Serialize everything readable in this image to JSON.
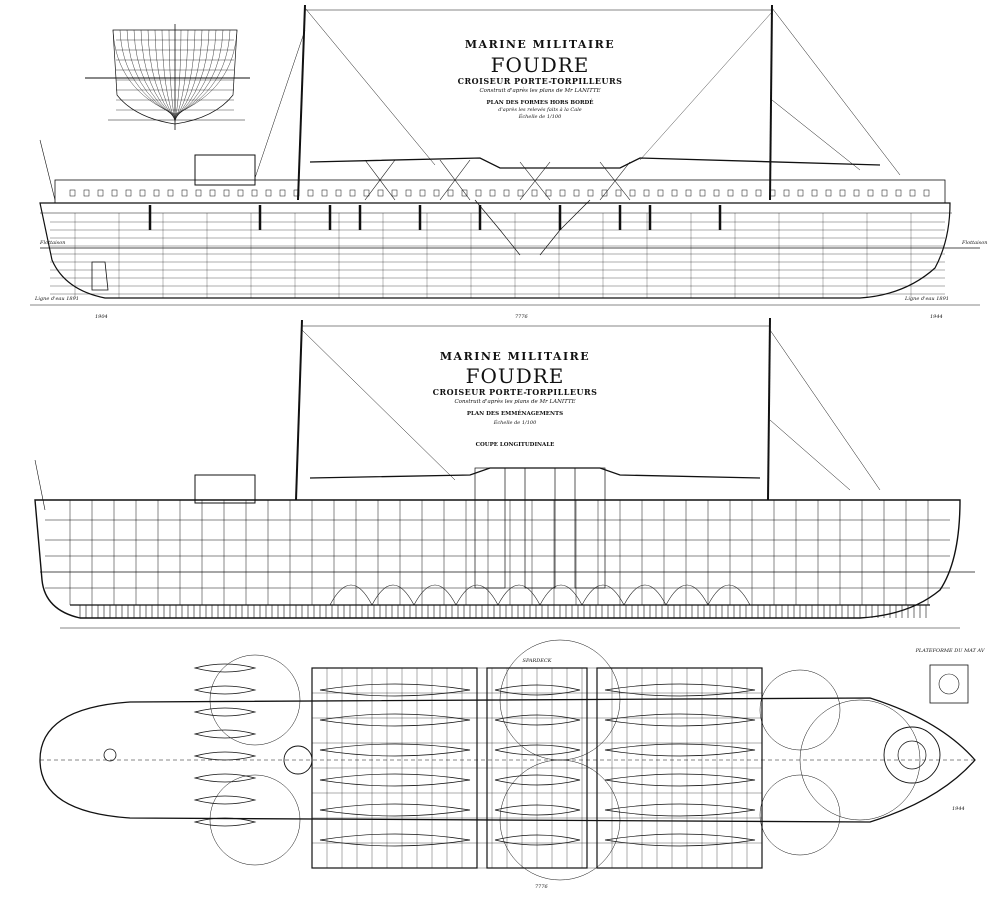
{
  "sheet1": {
    "marine": "MARINE MILITAIRE",
    "ship": "FOUDRE",
    "type": "CROISEUR PORTE-TORPILLEURS",
    "builder": "Construit d'après les plans de Mr LANITTE",
    "plan": "PLAN DES FORMES HORS BORDÉ",
    "plan_sub": "d'après les relevés faits à la Cale",
    "scale": "Échelle de 1/100",
    "waterline_left": "Flottaison",
    "waterline_right": "Flottaison",
    "baseline_left": "Ligne d'eau 1891",
    "baseline_right": "Ligne d'eau 1891",
    "frame_marks": [
      "1904",
      "7776",
      "1944"
    ]
  },
  "sheet2": {
    "marine": "MARINE MILITAIRE",
    "ship": "FOUDRE",
    "type": "CROISEUR PORTE-TORPILLEURS",
    "builder": "Construit d'après les plans de Mr LANITTE",
    "plan": "PLAN DES EMMÉNAGEMENTS",
    "scale": "Échelle de 1/100",
    "section": "COUPE LONGITUDINALE"
  },
  "deck_plan": {
    "label": "SPARDECK",
    "platform": "PLATEFORME DU MAT AV",
    "frame_marks": [
      "7776",
      "1944"
    ]
  },
  "colors": {
    "ink": "#111111",
    "paper": "#ffffff"
  }
}
